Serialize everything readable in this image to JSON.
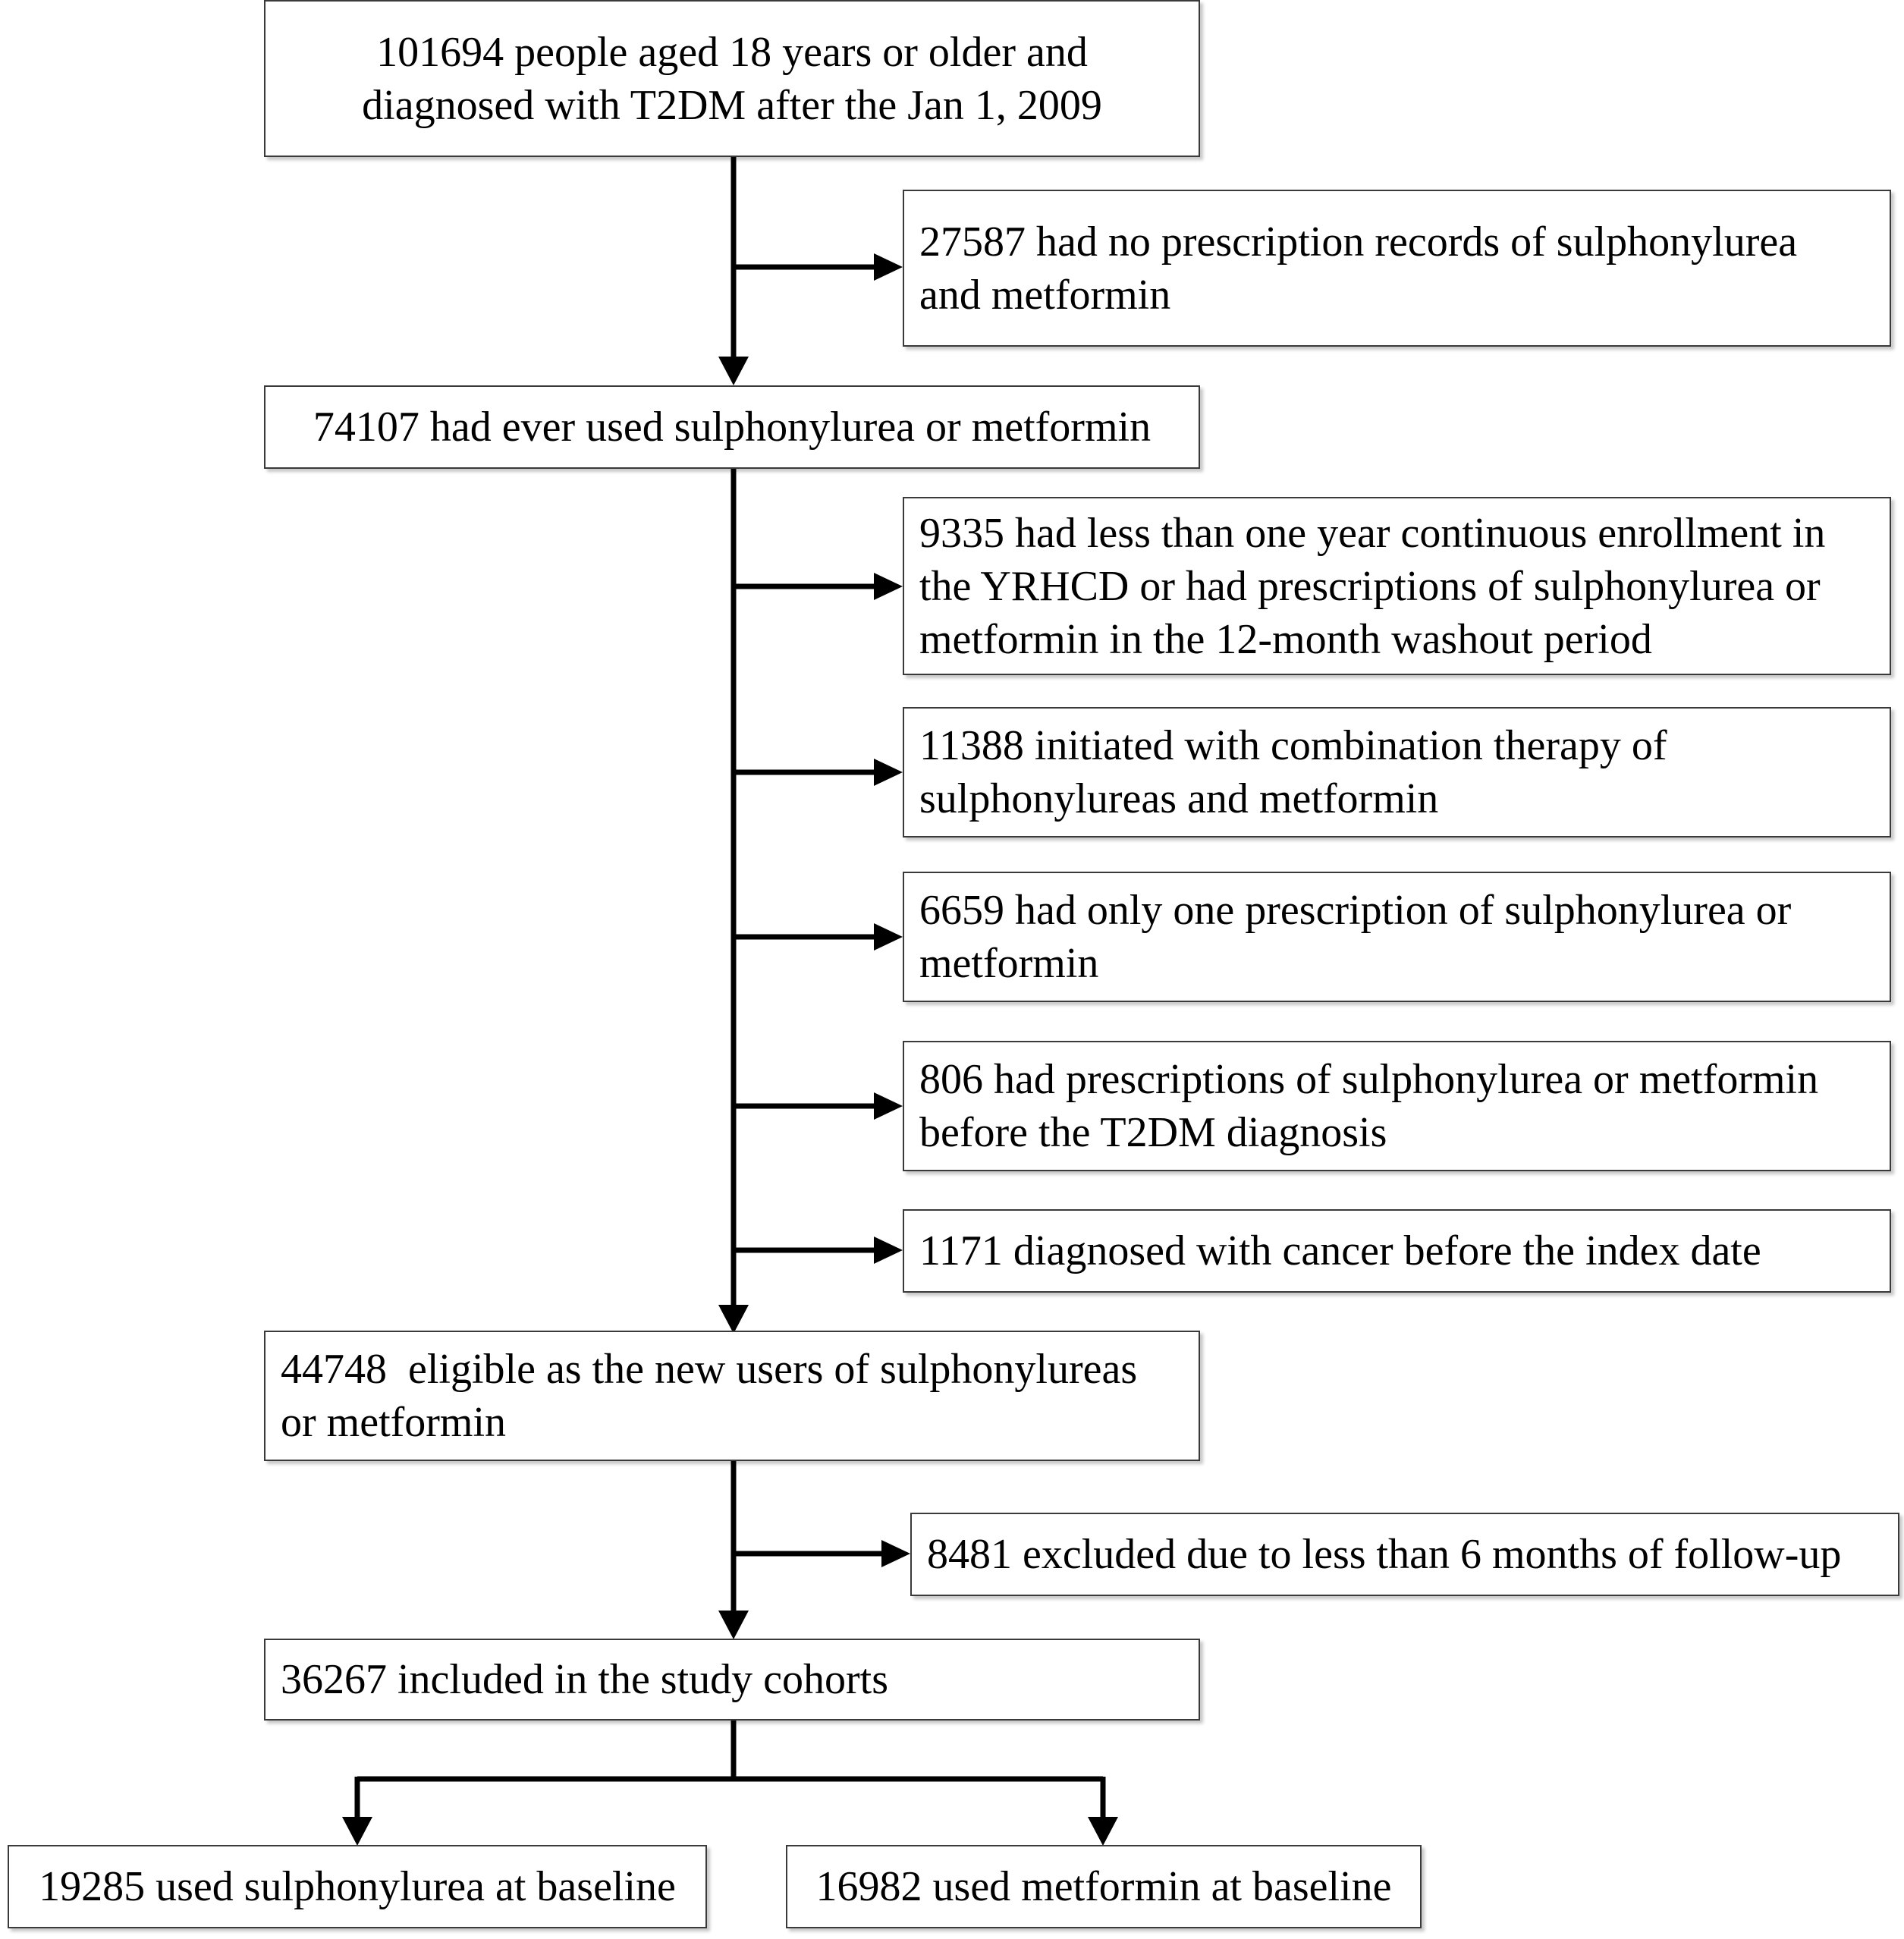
{
  "flowchart": {
    "start": {
      "lines": [
        "101694 people aged 18 years or older and",
        "diagnosed with T2DM after the Jan 1, 2009"
      ]
    },
    "exclusion_1": {
      "lines": [
        "27587 had no prescription records of sulphonylurea",
        "and metformin"
      ]
    },
    "ever_used": {
      "lines": [
        "74107 had ever used sulphonylurea or metformin"
      ]
    },
    "exclusion_2": {
      "lines": [
        "9335 had less than one year continuous enrollment in",
        "the YRHCD or had prescriptions of sulphonylurea or",
        "metformin in the 12-month washout period"
      ]
    },
    "exclusion_3": {
      "lines": [
        "11388 initiated with combination therapy of",
        "sulphonylureas and metformin"
      ]
    },
    "exclusion_4": {
      "lines": [
        "6659 had only one prescription of sulphonylurea or",
        "metformin"
      ]
    },
    "exclusion_5": {
      "lines": [
        "806 had prescriptions of sulphonylurea or metformin",
        "before the T2DM diagnosis"
      ]
    },
    "exclusion_6": {
      "lines": [
        "1171 diagnosed with cancer before the index date"
      ]
    },
    "eligible": {
      "lines": [
        "44748  eligible as the new users of sulphonylureas",
        "or metformin"
      ]
    },
    "exclusion_7": {
      "lines": [
        "8481 excluded due to less than 6 months of follow-up"
      ]
    },
    "included": {
      "lines": [
        "36267 included in the study cohorts"
      ]
    },
    "group_sulphonylurea": {
      "lines": [
        "19285 used sulphonylurea at baseline"
      ]
    },
    "group_metformin": {
      "lines": [
        "16982 used metformin at baseline"
      ]
    }
  },
  "style": {
    "line_color": "#000000",
    "box_border_color": "#3a3a3a"
  }
}
